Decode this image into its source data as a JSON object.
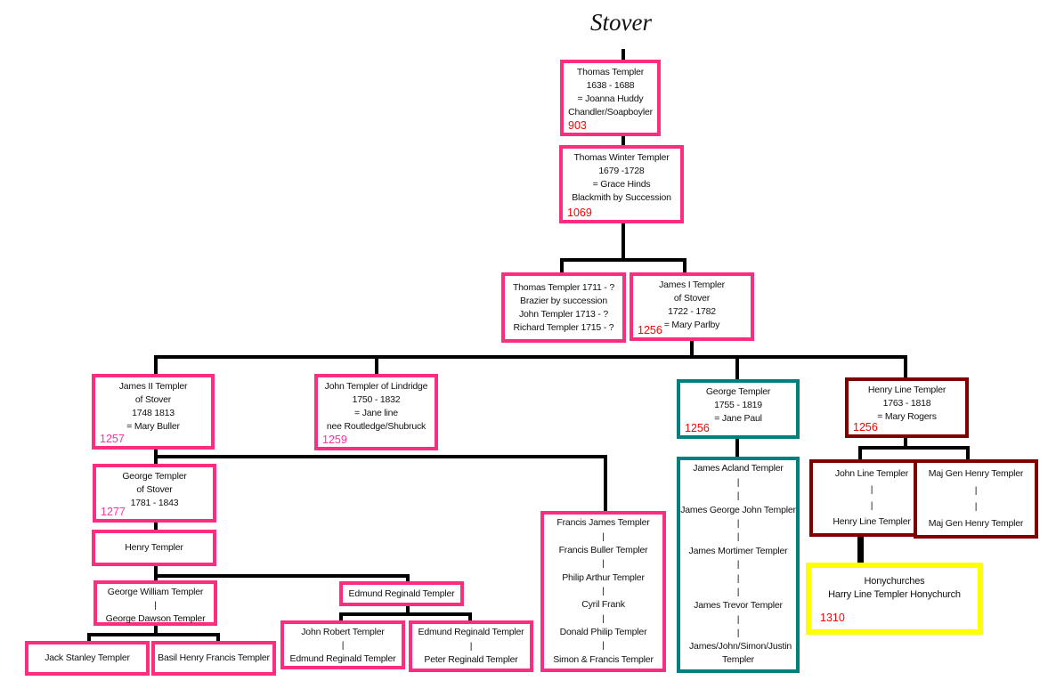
{
  "title": "Stover",
  "boxes": [
    {
      "id": "b1",
      "name": "thomas-templer-1638",
      "style": "",
      "lines": [
        "Thomas Templer",
        "1638 - 1688",
        "= Joanna Huddy",
        "Chandler/Soapboyler"
      ],
      "num": "903",
      "num_color": "red"
    },
    {
      "id": "b2",
      "name": "thomas-winter-templer",
      "style": "",
      "lines": [
        "Thomas Winter Templer",
        "1679 -1728",
        "= Grace Hinds",
        "Blackmith by Succession"
      ],
      "num": "1069",
      "num_color": "red"
    },
    {
      "id": "b3",
      "name": "thomas-templer-1711",
      "style": "mid",
      "lines": [
        "Thomas Templer 1711 - ?",
        "Brazier by succession",
        "John Templer 1713 - ?",
        "Richard Templer 1715 - ?"
      ]
    },
    {
      "id": "b4",
      "name": "james-i-templer",
      "style": "",
      "lines": [
        "James I Templer",
        "of Stover",
        "1722 - 1782",
        "= Mary Parlby"
      ],
      "num": "1256",
      "num_color": "red"
    },
    {
      "id": "b5",
      "name": "james-ii-templer",
      "style": "",
      "lines": [
        "James II Templer",
        "of Stover",
        "1748 1813",
        "= Mary Buller"
      ],
      "num": "1257",
      "num_color": "pink"
    },
    {
      "id": "b6",
      "name": "john-templer-of-lindridge",
      "style": "",
      "lines": [
        "John Templer of Lindridge",
        "1750 -  1832",
        "= Jane line",
        "nee Routledge/Shubruck"
      ],
      "num": "1259",
      "num_color": "pink"
    },
    {
      "id": "b7",
      "name": "george-templer-1755",
      "style": "teal",
      "lines": [
        "George Templer",
        "1755 - 1819",
        "= Jane Paul"
      ],
      "num": "1256",
      "num_color": "red"
    },
    {
      "id": "b8",
      "name": "henry-line-templer-1763",
      "style": "maroon",
      "lines": [
        "Henry Line Templer",
        "1763 - 1818",
        "= Mary Rogers"
      ],
      "num": "1256",
      "num_color": "red"
    },
    {
      "id": "b9",
      "name": "george-templer-of-stover",
      "style": "",
      "lines": [
        "George Templer",
        "of Stover",
        "1781 - 1843"
      ],
      "num": "1277",
      "num_color": "pink"
    },
    {
      "id": "b10",
      "name": "henry-templer",
      "style": "mid",
      "lines": [
        "Henry Templer"
      ]
    },
    {
      "id": "b11",
      "name": "george-william-templer",
      "style": "spread",
      "lines": [
        "George William Templer",
        "|",
        "George Dawson Templer"
      ]
    },
    {
      "id": "b12",
      "name": "edmund-reginald-templer",
      "style": "mid",
      "lines": [
        "Edmund Reginald Templer"
      ]
    },
    {
      "id": "b13",
      "name": "jack-stanley-templer",
      "style": "mid",
      "lines": [
        "Jack Stanley Templer"
      ]
    },
    {
      "id": "b14",
      "name": "basil-henry-francis-templer",
      "style": "mid",
      "lines": [
        "Basil Henry Francis Templer"
      ]
    },
    {
      "id": "b15",
      "name": "john-robert-templer",
      "style": "spread",
      "lines": [
        "John Robert Templer",
        "|",
        "Edmund Reginald Templer"
      ]
    },
    {
      "id": "b16",
      "name": "edmund-reginald-peter-reginald",
      "style": "spread",
      "lines": [
        "Edmund Reginald Templer",
        "|",
        "Peter Reginald Templer"
      ]
    },
    {
      "id": "b17",
      "name": "francis-james-templer",
      "style": "spread",
      "lines": [
        "Francis James Templer",
        "|",
        "Francis Buller Templer",
        "|",
        "Philip Arthur Templer",
        "|",
        "Cyril Frank",
        "|",
        "Donald Philip Templer",
        "|",
        "Simon & Francis Templer"
      ]
    },
    {
      "id": "b18",
      "name": "james-acland-templer",
      "style": "spread teal",
      "lines": [
        "James Acland Templer",
        "|",
        "|",
        "James George John Templer",
        "|",
        "|",
        "James Mortimer Templer",
        "|",
        "|",
        "|",
        "James Trevor Templer",
        "|",
        "|",
        "James/John/Simon/Justin Templer"
      ]
    },
    {
      "id": "b19",
      "name": "john-line-templer",
      "style": "spread maroon",
      "lines": [
        "John Line Templer",
        "|",
        "|",
        "Henry Line Templer"
      ]
    },
    {
      "id": "b20",
      "name": "maj-gen-henry-templer",
      "style": "spread maroon",
      "lines": [
        "Maj Gen Henry Templer",
        "|",
        "|",
        "Maj Gen Henry Templer"
      ]
    },
    {
      "id": "b21",
      "name": "honychurches",
      "style": "yellow",
      "lines": [
        "Honychurches",
        "Harry Line Templer Honychurch"
      ],
      "num": "1310",
      "num_color": "red"
    }
  ]
}
